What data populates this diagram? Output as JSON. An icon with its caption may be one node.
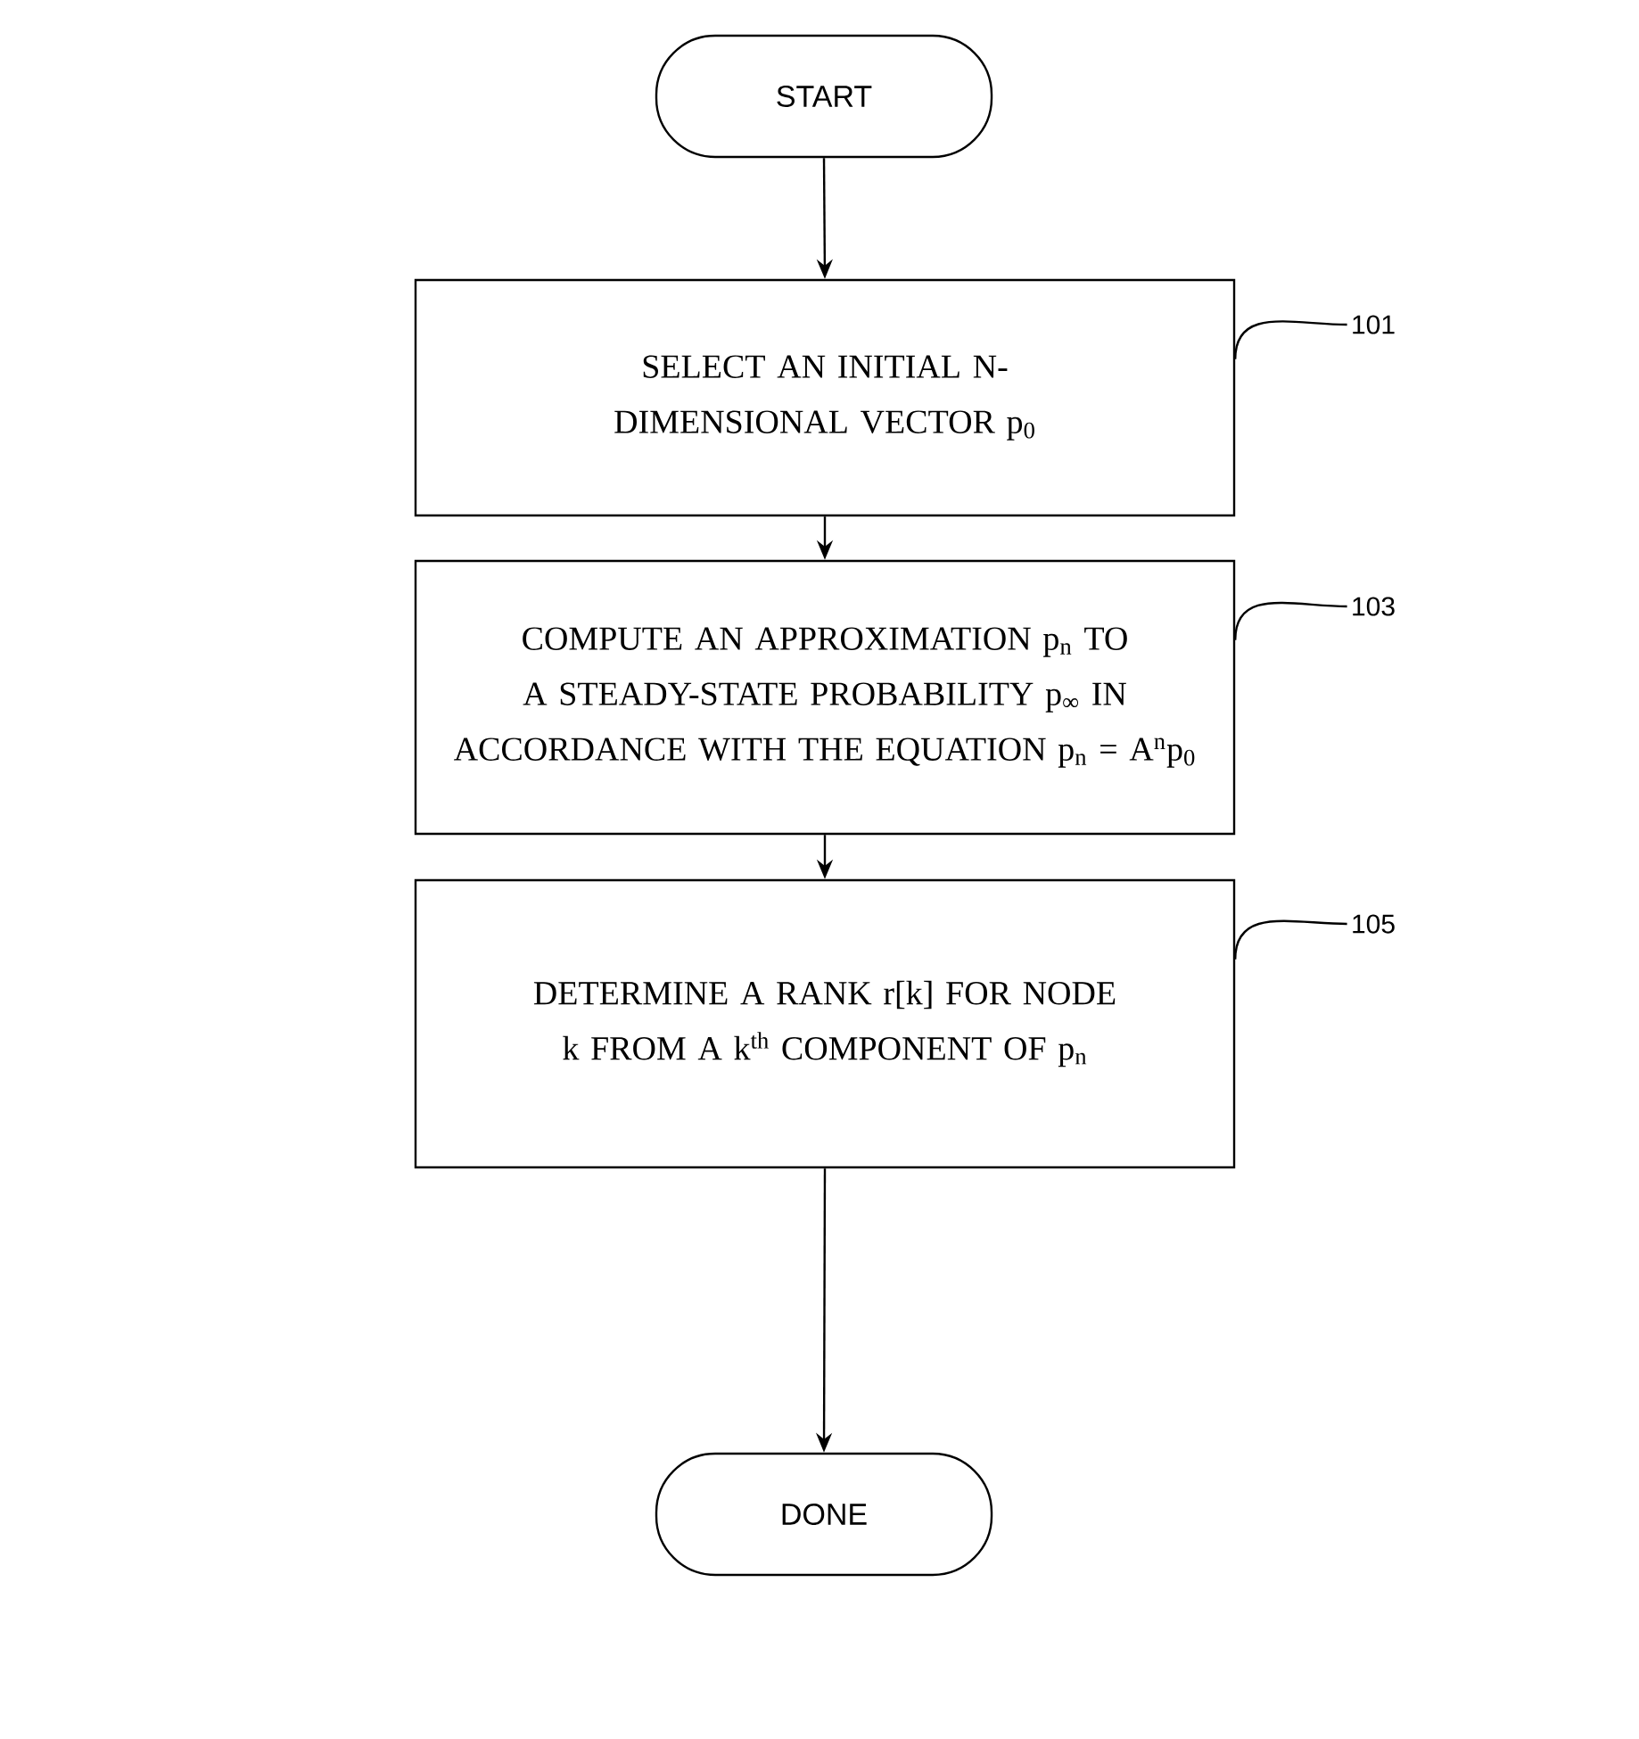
{
  "diagram": {
    "nodes": [
      {
        "text": [
          "START"
        ]
      },
      {
        "text": [
          "SELECT AN INITIAL N-DIMENSIONAL VECTOR p$_{0}$"
        ]
      },
      {
        "text": [
          "COMPUTE AN APPROXIMATION p$_{n}$ TO A STEADY-STATE PROBABILITY p$_{∞}$ IN ACCORDANCE WITH THE EQUATION p$_{n}$ = A$^{n}$p$_{0}$"
        ]
      },
      {
        "text": [
          "DETERMINE A RANK r[k] FOR NODE k FROM A k$^{th}$ COMPONENT OF p$_{n}$"
        ]
      },
      {
        "text": [
          "DONE"
        ]
      },
      {
        "text": [
          "101"
        ]
      },
      {
        "text": [
          "103"
        ]
      },
      {
        "text": [
          "105"
        ]
      }
    ],
    "edges": [
      {
        "from": 0,
        "to": 1,
        "arrow": "to"
      },
      {
        "from": 1,
        "to": 2,
        "arrow": "to"
      },
      {
        "from": 2,
        "to": 3,
        "arrow": "to"
      },
      {
        "from": 3,
        "to": 4,
        "arrow": "to"
      },
      {
        "from": 5,
        "to": 1,
        "arrow": "none"
      },
      {
        "from": 6,
        "to": 2,
        "arrow": "none"
      },
      {
        "from": 7,
        "to": 3,
        "arrow": "none"
      }
    ]
  }
}
